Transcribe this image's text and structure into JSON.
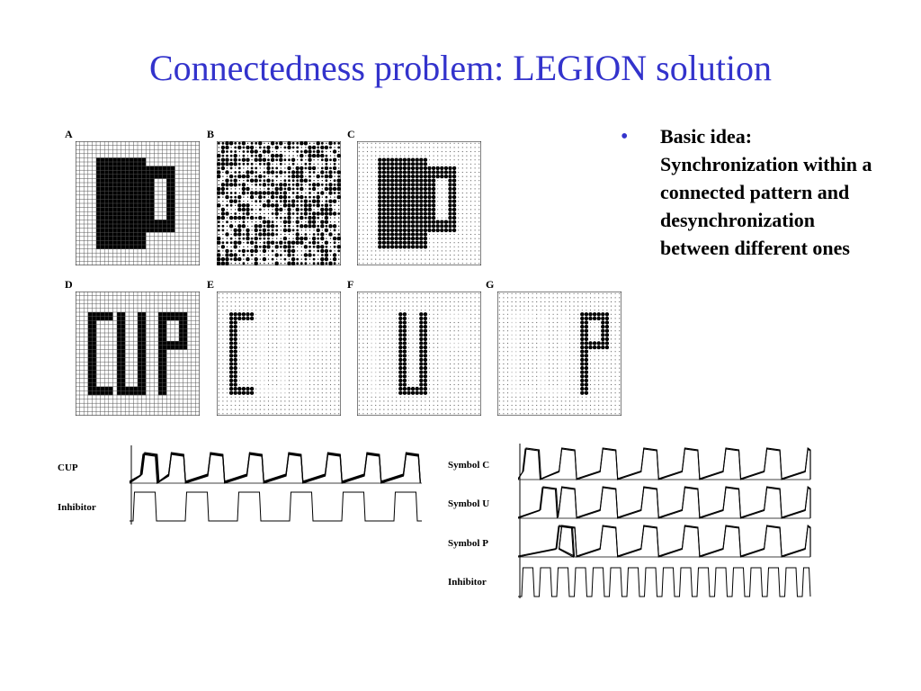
{
  "slide": {
    "title": "Connectedness problem: LEGION solution",
    "bullet": "Basic idea: Synchronization within a connected pattern and desynchronization between different ones"
  },
  "figure": {
    "panel_labels": [
      "A",
      "B",
      "C",
      "D",
      "E",
      "F",
      "G"
    ],
    "left_traces": [
      "CUP",
      "Inhibitor"
    ],
    "right_traces": [
      "Symbol C",
      "Symbol U",
      "Symbol P",
      "Inhibitor"
    ]
  },
  "colors": {
    "title": "#3333cc",
    "bullet": "#3333cc",
    "text": "#000000"
  }
}
